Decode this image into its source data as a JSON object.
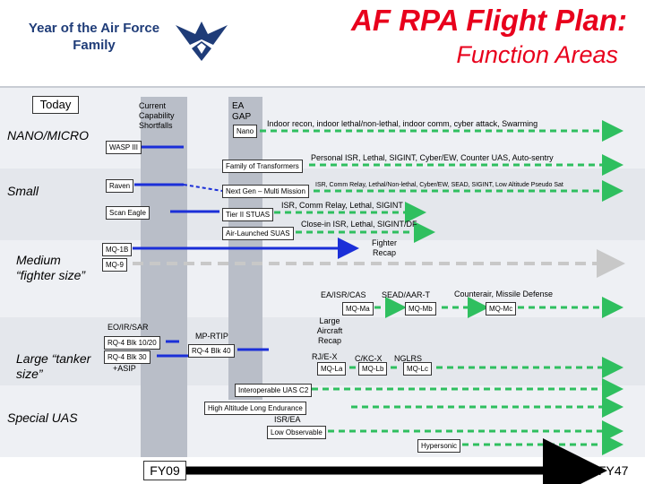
{
  "header": {
    "title_line1": "AF RPA Flight Plan:",
    "title_line2": "Function Areas",
    "logo_line1": "Year of the Air Force",
    "logo_line2": "Family"
  },
  "columns": {
    "today": "Today",
    "current_capability": "Current Capability Shortfalls",
    "ea_gap": "EA GAP"
  },
  "categories": {
    "nano_micro": "NANO/MICRO",
    "small": "Small",
    "medium": "Medium “fighter size”",
    "large": "Large “tanker size”",
    "special": "Special UAS"
  },
  "boxes": {
    "nano": "Nano",
    "wasp": "WASP III",
    "family_transformers": "Family of Transformers",
    "raven": "Raven",
    "next_gen": "Next Gen – Multi Mission",
    "scan_eagle": "Scan Eagle",
    "tier2": "Tier II STUAS",
    "air_launched": "Air-Launched SUAS",
    "mq1b": "MQ-1B",
    "mq9": "MQ-9",
    "mq_ma": "MQ-Ma",
    "mq_mb": "MQ-Mb",
    "mq_mc": "MQ-Mc",
    "rq4_10": "RQ-4 Blk 10/20",
    "rq4_30": "RQ-4 Blk 30",
    "rq4_40": "RQ-4 Blk 40",
    "mq_la": "MQ-La",
    "mq_lb": "MQ-Lb",
    "mq_lc": "MQ-Lc",
    "interoperable": "Interoperable UAS C2",
    "hale": "High Altitude Long Endurance",
    "low_obs": "Low Observable",
    "hypersonic": "Hypersonic"
  },
  "labels": {
    "nano_mission": "Indoor recon, indoor lethal/non-lethal, indoor comm, cyber attack, Swarming",
    "personal_isr": "Personal ISR, Lethal, SIGINT, Cyber/EW, Counter UAS, Auto-sentry",
    "isr_comm_small": "ISR, Comm Relay, Lethal/Non-lethal, Cyber/EW, SEAD, SIGINT, Low Altitude Pseudo Sat",
    "isr_comm_relay": "ISR, Comm Relay, Lethal, SIGINT",
    "close_in_isr": "Close-in ISR, Lethal, SIGINT/DF",
    "fighter_recap": "Fighter Recap",
    "ea_isr_cas": "EA/ISR/CAS",
    "sead_aar": "SEAD/AAR-T",
    "counterair": "Counterair, Missile Defense",
    "eo_ir_sar": "EO/IR/SAR",
    "mp_rtip": "MP-RTIP",
    "large_recap": "Large Aircraft Recap",
    "rj_e_x": "RJ/E-X",
    "c_kc_x": "C/KC-X",
    "nglrs": "NGLRS",
    "asip": "+ASIP",
    "isr_ea": "ISR/EA",
    "fy09": "FY09",
    "fy47": "FY47"
  },
  "colors": {
    "title_red": "#e8001c",
    "band_gray": "#dfe2e8",
    "column_gray": "#b9bec8",
    "arrow_green": "#2fbf5f",
    "arrow_blue": "#1b2fd8",
    "arrow_gray": "#c8c8c8",
    "logo_blue": "#1f3c78"
  }
}
